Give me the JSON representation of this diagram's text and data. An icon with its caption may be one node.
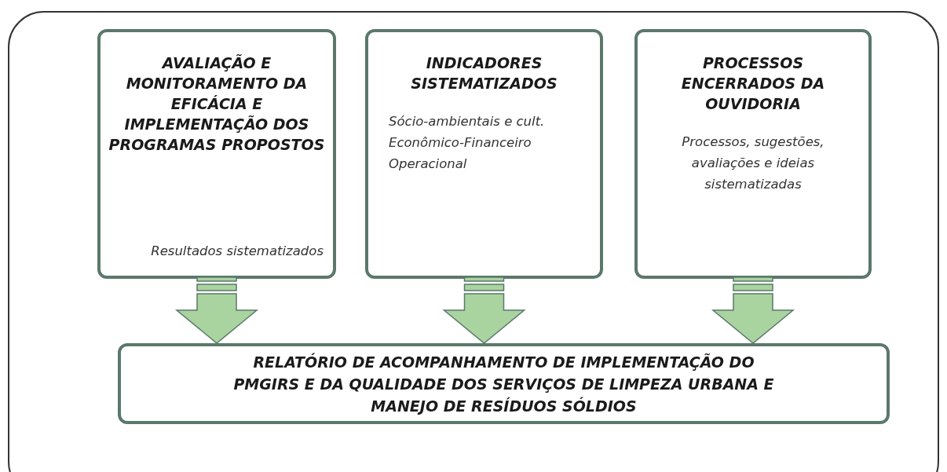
{
  "diagram": {
    "nodes": [
      {
        "text": [
          "AVALIAÇÃO E MONITORAMENTO DA EFICÁCIA E IMPLEMENTAÇÃO DOS PROGRAMAS PROPOSTOS",
          "Resultados sistematizados"
        ]
      },
      {
        "text": [
          "INDICADORES SISTEMATIZADOS",
          "Sócio-ambientais e cult.",
          "Econômico-Financeiro",
          "Operacional"
        ]
      },
      {
        "text": [
          "PROCESSOS ENCERRADOS DA OUVIDORIA",
          "Processos, sugestões, avaliações e ideias sistematizadas"
        ]
      },
      {
        "text": [
          "RELATÓRIO DE ACOMPANHAMENTO DE IMPLEMENTAÇÃO DO PMGIRS E DA QUALIDADE DOS SERVIÇOS DE LIMPEZA URBANA E MANEJO DE RESÍDUOS SÓLDIOS"
        ]
      }
    ],
    "edges": [
      {
        "from": 0,
        "to": 3,
        "arrow": "to"
      },
      {
        "from": 1,
        "to": 3,
        "arrow": "to"
      },
      {
        "from": 2,
        "to": 3,
        "arrow": "to"
      }
    ]
  }
}
